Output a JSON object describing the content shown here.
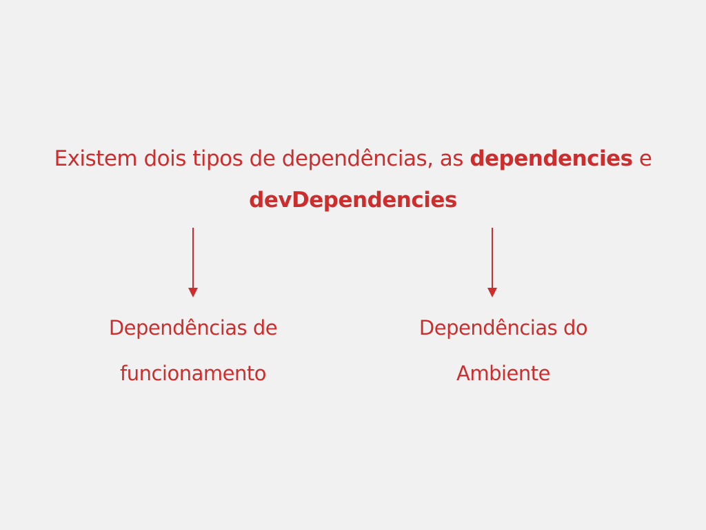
{
  "colors": {
    "background": "#f2f1f1",
    "accent": "#cc2e2e"
  },
  "headline": {
    "lead_text": "Existem dois tipos de dependências, as ",
    "term_dependencies": "dependencies",
    "connector": " e",
    "term_dev_dependencies": "devDependencies"
  },
  "branches": [
    {
      "arrow_icon": "arrow-down-icon",
      "line1": "Dependências de",
      "line2": "funcionamento"
    },
    {
      "arrow_icon": "arrow-down-icon",
      "line1": "Dependências do",
      "line2": "Ambiente"
    }
  ]
}
